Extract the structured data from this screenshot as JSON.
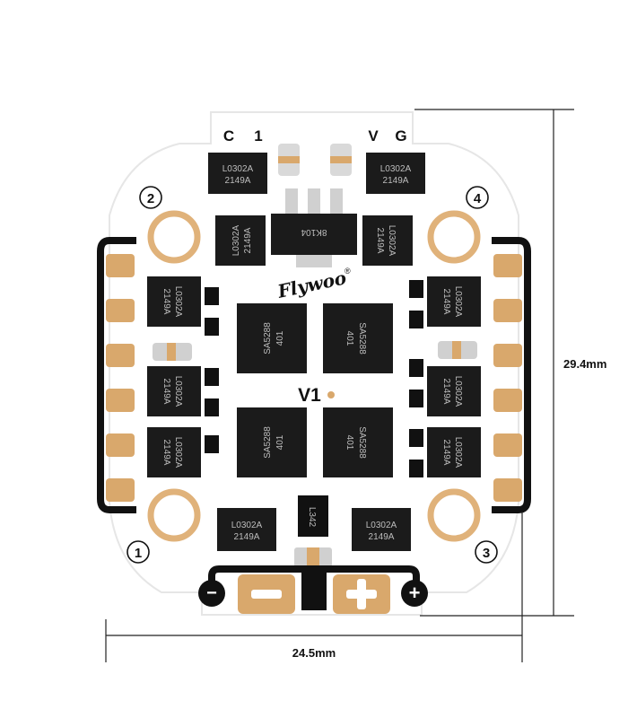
{
  "pads_top": [
    "C",
    "1",
    "V",
    "G"
  ],
  "mounting_holes": [
    "2",
    "4",
    "1",
    "3"
  ],
  "regulator_marking": "8K104",
  "mosfet_marking": {
    "line1": "L0302A",
    "line2": "2149A"
  },
  "driver_marking": {
    "line1": "SA5288",
    "line2": "401"
  },
  "small_ic_marking": "L342",
  "brand": "Flywoo",
  "brand_mark": "®",
  "version": "V1",
  "power_minus": "−",
  "power_plus": "+",
  "dimensions": {
    "height": "29.4mm",
    "width": "24.5mm"
  },
  "colors": {
    "board": "#ffffff",
    "gold": "#d9a86c",
    "black_trace": "#111111",
    "chip": "#1b1b1b",
    "hole_ring": "#e0b27a"
  }
}
